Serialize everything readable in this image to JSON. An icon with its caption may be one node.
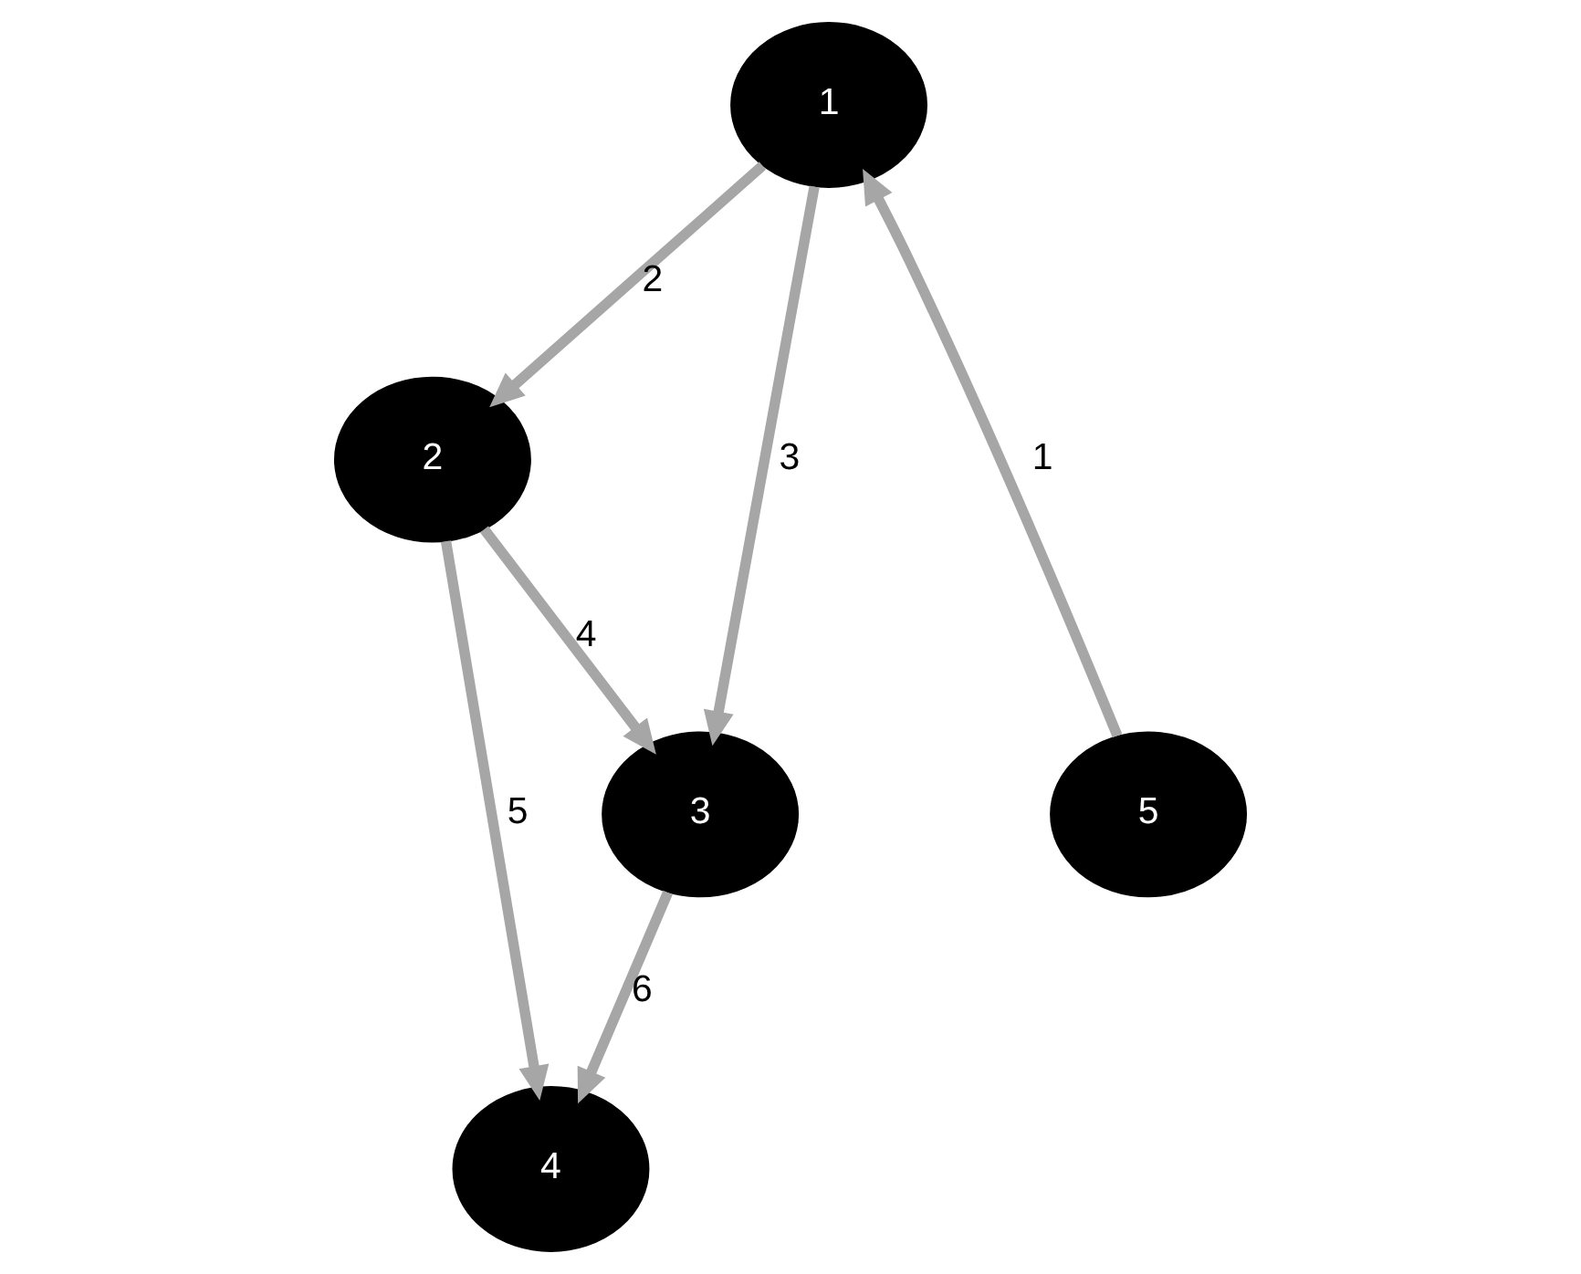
{
  "diagram": {
    "nodes": [
      {
        "text": [
          "1"
        ]
      },
      {
        "text": [
          "2"
        ]
      },
      {
        "text": [
          "3"
        ]
      },
      {
        "text": [
          "4"
        ]
      },
      {
        "text": [
          "5"
        ]
      }
    ],
    "edges": [
      {
        "from": 0,
        "to": 1,
        "arrow": "to",
        "label": "2"
      },
      {
        "from": 0,
        "to": 2,
        "arrow": "to",
        "label": "3"
      },
      {
        "from": 1,
        "to": 2,
        "arrow": "to",
        "label": "4"
      },
      {
        "from": 1,
        "to": 3,
        "arrow": "to",
        "label": "5"
      },
      {
        "from": 4,
        "to": 0,
        "arrow": "to",
        "label": "1"
      },
      {
        "from": 2,
        "to": 3,
        "arrow": "to",
        "label": "6"
      }
    ]
  }
}
